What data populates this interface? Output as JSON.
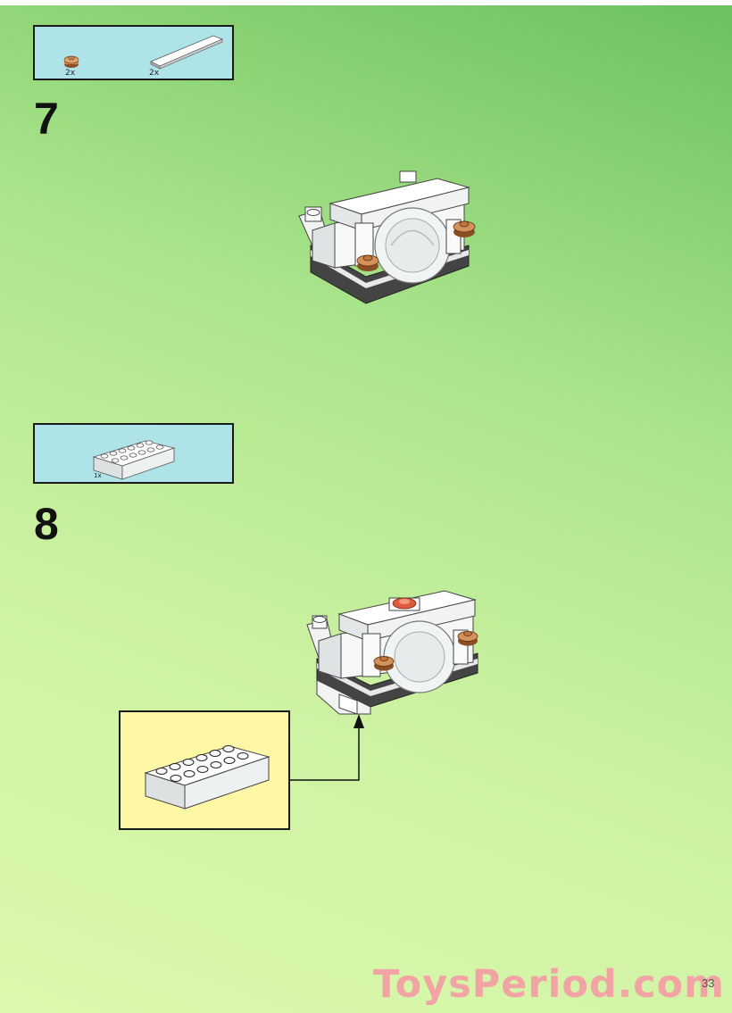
{
  "steps": [
    {
      "number": "7",
      "parts": [
        {
          "icon": "round-plate-brown-icon",
          "quantity": "2x"
        },
        {
          "icon": "long-tile-white-icon",
          "quantity": "2x"
        }
      ]
    },
    {
      "number": "8",
      "parts": [
        {
          "icon": "brick-2x6-white-icon",
          "quantity": "1x"
        }
      ]
    }
  ],
  "callout": {
    "icon": "brick-2x6-white-icon"
  },
  "watermark": "ToysPeriod.com",
  "page_number": "33",
  "colors": {
    "parts_box": "#aee3e8",
    "callout_box": "#fdf7a6",
    "brick_white": "#f4f6f6",
    "plate_brown": "#c8834e",
    "brick_dark": "#3c3c3c",
    "watermark": "#f2a4a4"
  }
}
